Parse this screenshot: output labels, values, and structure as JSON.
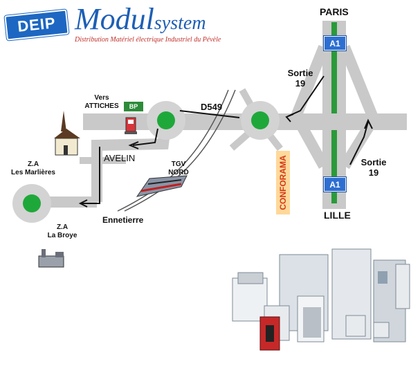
{
  "logo": {
    "badge_text": "DEIP",
    "brand_main": "Modul",
    "brand_rest": "system",
    "tagline": "Distribution Matériel électrique Industriel du Pévèle"
  },
  "map": {
    "paris": "PARIS",
    "lille": "LILLE",
    "a1_top": "A1",
    "a1_bottom": "A1",
    "sortie_top": [
      "Sortie",
      "19"
    ],
    "sortie_bottom": [
      "Sortie",
      "19"
    ],
    "d549": "D549",
    "vers_attiches": [
      "Vers",
      "ATTICHES"
    ],
    "bp": "BP",
    "avelin": "AVELIN",
    "tgv_nord": [
      "TGV",
      "NORD"
    ],
    "ennetierre": "Ennetierre",
    "za_marlieres": [
      "Z.A",
      "Les Marlières"
    ],
    "za_broye": [
      "Z.A",
      "La Broye"
    ],
    "conforama": "CONFORAMA"
  },
  "colors": {
    "road": "#c9c9c9",
    "roundabout": "#1fa83a",
    "motorway_center": "#2a9a3a",
    "a1_sign": "#2d6fd1",
    "brand": "#1d5fb5",
    "tagline": "#c0302a",
    "conforama_text": "#d23a16",
    "conforama_bg": "#ffd89a"
  },
  "icons": [
    "church-icon",
    "fuel-pump-icon",
    "tgv-train-icon",
    "factory-icon",
    "electrical-enclosures-image"
  ]
}
